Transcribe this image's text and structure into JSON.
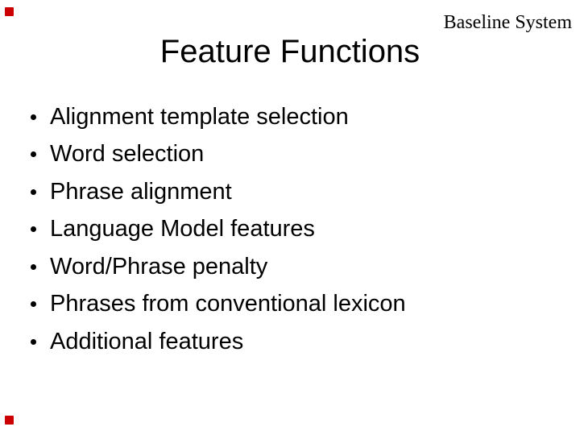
{
  "slide": {
    "corner_note": "Baseline System",
    "title": "Feature Functions",
    "bullets": [
      "Alignment template selection",
      "Word selection",
      "Phrase alignment",
      "Language Model features",
      "Word/Phrase penalty",
      "Phrases from conventional lexicon",
      "Additional features"
    ],
    "colors": {
      "background": "#ffffff",
      "text": "#000000",
      "corner_marker": "#cc0000"
    }
  }
}
